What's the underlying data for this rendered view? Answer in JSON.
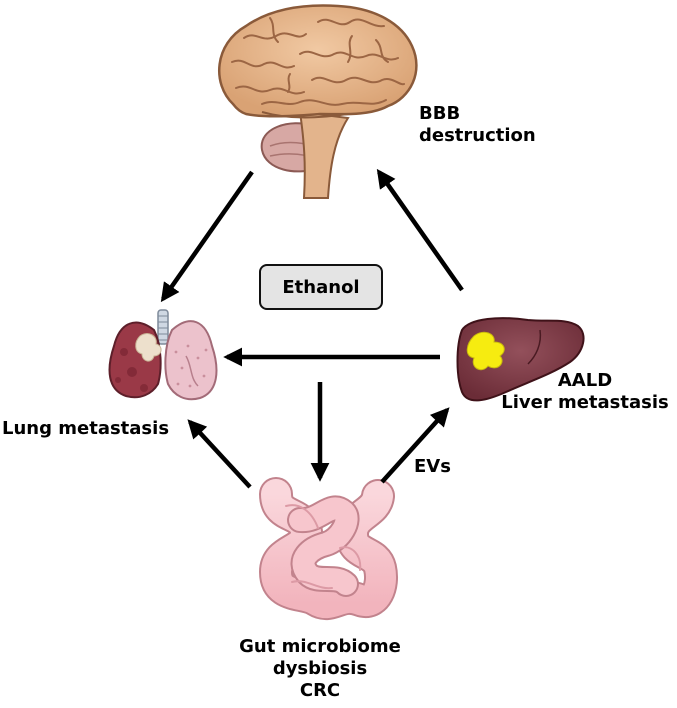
{
  "center_label": "Ethanol",
  "brain": {
    "line1": "BBB",
    "line2": "destruction"
  },
  "lung": {
    "label": "Lung metastasis"
  },
  "liver": {
    "line1": "AALD",
    "line2": "Liver metastasis"
  },
  "gut": {
    "line1": "Gut microbiome",
    "line2": "dysbiosis",
    "line3": "CRC"
  },
  "arrow_gut_liver": {
    "label": "EVs"
  },
  "icons": [
    "brain-icon",
    "lungs-icon",
    "liver-icon",
    "intestine-icon"
  ]
}
